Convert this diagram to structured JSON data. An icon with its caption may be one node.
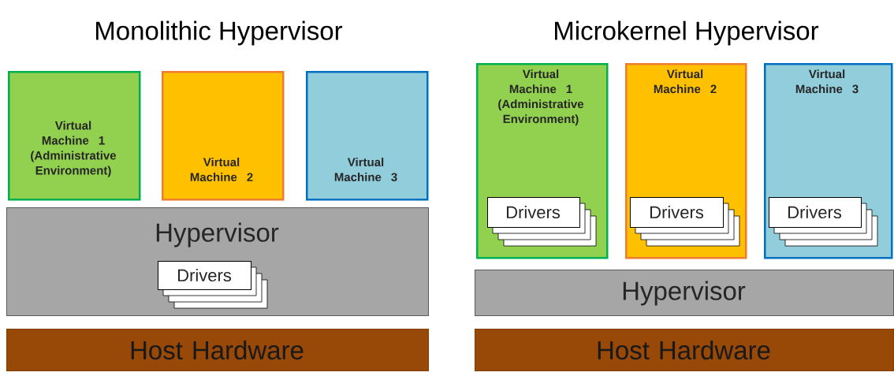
{
  "diagram": {
    "nodes": [
      {
        "text": [
          "Virtual Machine 1 (Administrative Environment)"
        ]
      },
      {
        "text": [
          "Virtual Machine 2"
        ]
      },
      {
        "text": [
          "Virtual Machine 3"
        ]
      },
      {
        "text": [
          "Hypervisor"
        ]
      },
      {
        "text": [
          "Drivers"
        ],
        "in": 3
      },
      {
        "text": [
          "Host Hardware"
        ]
      },
      {
        "text": [
          "Virtual Machine 1 (Administrative Environment)"
        ]
      },
      {
        "text": [
          "Drivers"
        ],
        "in": 6
      },
      {
        "text": [
          "Virtual Machine 2"
        ]
      },
      {
        "text": [
          "Drivers"
        ],
        "in": 8
      },
      {
        "text": [
          "Virtual Machine 3"
        ]
      },
      {
        "text": [
          "Drivers"
        ],
        "in": 10
      },
      {
        "text": [
          "Hypervisor"
        ]
      },
      {
        "text": [
          "Host Hardware"
        ]
      }
    ],
    "labels": [
      "Monolithic Hypervisor",
      "Microkernel Hypervisor"
    ]
  }
}
